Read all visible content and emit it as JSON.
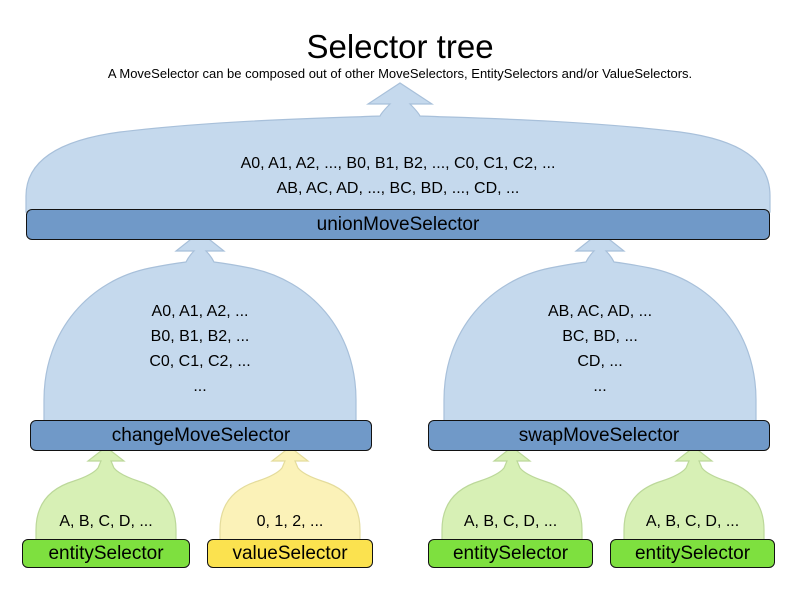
{
  "header": {
    "title": "Selector tree",
    "subtitle": "A MoveSelector can be composed out of other MoveSelectors, EntitySelectors and/or ValueSelectors."
  },
  "colors": {
    "blue_bar": "#7099c8",
    "blue_body": "#c5d9ed",
    "green_bar": "#7ee03f",
    "green_body": "#d7f0b5",
    "yellow_bar": "#fbe24f",
    "yellow_body": "#fbf2b8",
    "outline": "#121212",
    "body_outline": "#a8c0da",
    "background": "#ffffff"
  },
  "nodes": {
    "union": {
      "label": "unionMoveSelector",
      "lines": [
        "A0, A1, A2, ..., B0, B1, B2, ..., C0, C1, C2, ...",
        "AB, AC, AD, ..., BC, BD, ..., CD, ..."
      ]
    },
    "change": {
      "label": "changeMoveSelector",
      "lines": [
        "A0, A1, A2, ...",
        "B0, B1, B2, ...",
        "C0, C1, C2, ...",
        "..."
      ]
    },
    "swap": {
      "label": "swapMoveSelector",
      "lines": [
        "AB, AC, AD, ...",
        "BC, BD, ...",
        "CD, ...",
        "..."
      ]
    },
    "entity1": {
      "label": "entitySelector",
      "lines": [
        "A, B, C, D, ..."
      ]
    },
    "value1": {
      "label": "valueSelector",
      "lines": [
        "0, 1, 2, ..."
      ]
    },
    "entity2": {
      "label": "entitySelector",
      "lines": [
        "A, B, C, D, ..."
      ]
    },
    "entity3": {
      "label": "entitySelector",
      "lines": [
        "A, B, C, D, ..."
      ]
    }
  }
}
